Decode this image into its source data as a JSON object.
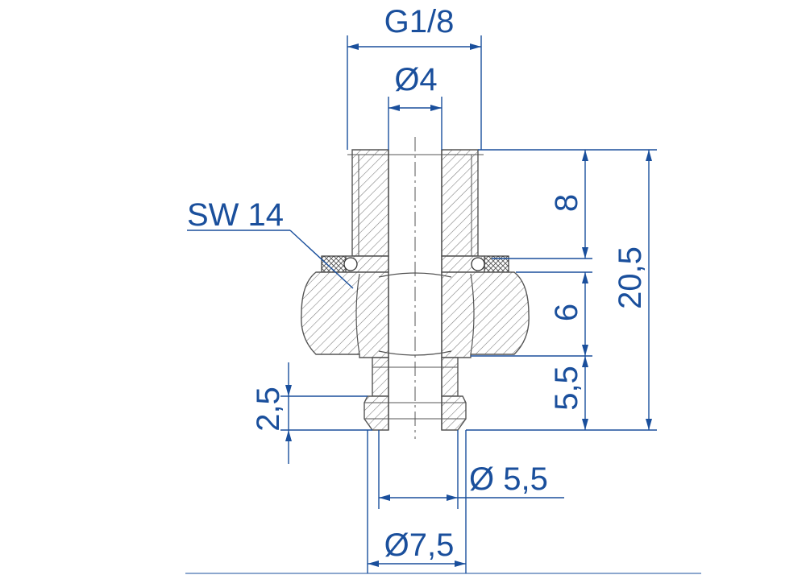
{
  "labels": {
    "thread": "G1/8",
    "bore": "Ø4",
    "wrench": "SW 14",
    "dim_8": "8",
    "dim_20_5": "20,5",
    "dim_6": "6",
    "dim_5_5": "5,5",
    "dim_2_5": "2,5",
    "dia_5_5": "Ø 5,5",
    "dia_7_5": "Ø7,5"
  },
  "colors": {
    "dimension": "#1a4f9c",
    "part": "#555555",
    "hatch": "#7a7a7a"
  }
}
